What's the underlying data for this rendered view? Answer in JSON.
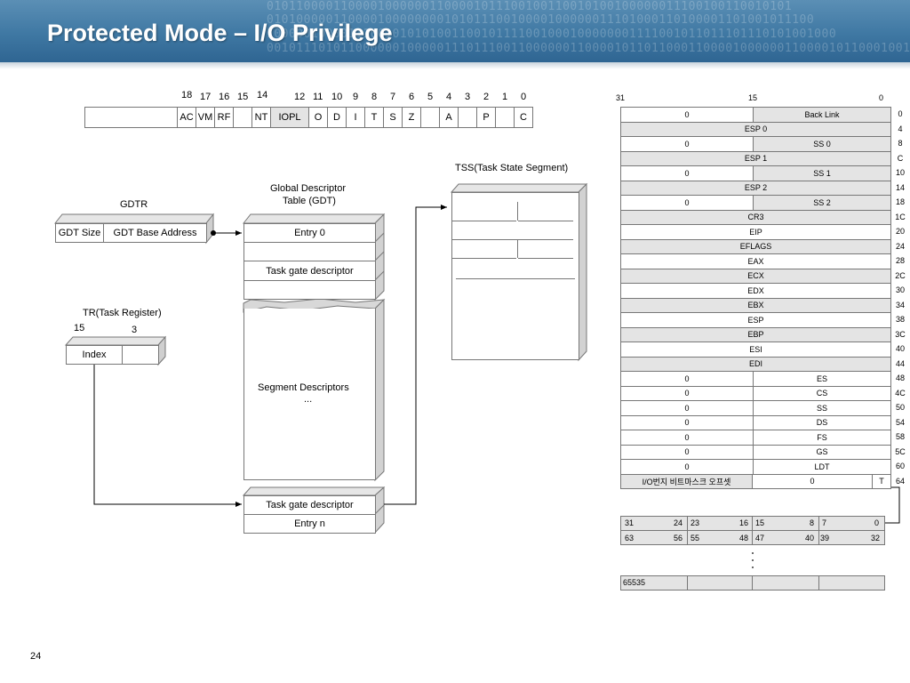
{
  "title": "Protected Mode – I/O Privilege",
  "page_number": "24",
  "banner_binary": [
    "01011000011000010000001100001011100100110010100100000011100100110010101",
    "01010000011000010000000010101110010000100000011101000110100001101001011100",
    "10000010000111001010101001100101111001000100000001111001011011101110101001000",
    "00101110101100000010000011101110011000000110000101101100011000010000001100001011000100110"
  ],
  "eflags": {
    "bit_numbers": [
      "18",
      "17",
      "16",
      "15",
      "14",
      "12",
      "11",
      "10",
      "9",
      "8",
      "7",
      "6",
      "5",
      "4",
      "3",
      "2",
      "1",
      "0"
    ],
    "flags": [
      "AC",
      "VM",
      "RF",
      "NT",
      "IOPL",
      "O",
      "D",
      "I",
      "T",
      "S",
      "Z",
      "A",
      "P",
      "C"
    ]
  },
  "gdtr": {
    "label": "GDTR",
    "size": "GDT Size",
    "base": "GDT Base Address"
  },
  "tr": {
    "label": "TR(Task Register)",
    "bit_high": "15",
    "bit_low": "3",
    "index": "Index"
  },
  "gdt": {
    "title_line1": "Global Descriptor",
    "title_line2": "Table (GDT)",
    "entry0": "Entry 0",
    "task_gate_top": "Task gate descriptor",
    "segment_descriptors": "Segment Descriptors",
    "ellipsis": "...",
    "task_gate_bottom": "Task gate descriptor",
    "entry_n": "Entry n"
  },
  "tss_small": {
    "label": "TSS(Task State Segment)"
  },
  "tss": {
    "bit_31": "31",
    "bit_15": "15",
    "bit_0": "0",
    "rows": [
      {
        "left": "0",
        "right": "Back Link",
        "offset": "0"
      },
      {
        "full": "ESP 0",
        "offset": "4"
      },
      {
        "left": "0",
        "right": "SS 0",
        "offset": "8"
      },
      {
        "full": "ESP 1",
        "offset": "C"
      },
      {
        "left": "0",
        "right": "SS 1",
        "offset": "10"
      },
      {
        "full": "ESP 2",
        "offset": "14"
      },
      {
        "left": "0",
        "right": "SS 2",
        "offset": "18"
      },
      {
        "full": "CR3",
        "offset": "1C"
      },
      {
        "full": "EIP",
        "offset": "20"
      },
      {
        "full": "EFLAGS",
        "offset": "24"
      },
      {
        "full": "EAX",
        "offset": "28"
      },
      {
        "full": "ECX",
        "offset": "2C"
      },
      {
        "full": "EDX",
        "offset": "30"
      },
      {
        "full": "EBX",
        "offset": "34"
      },
      {
        "full": "ESP",
        "offset": "38"
      },
      {
        "full": "EBP",
        "offset": "3C"
      },
      {
        "full": "ESI",
        "offset": "40"
      },
      {
        "full": "EDI",
        "offset": "44"
      },
      {
        "left": "0",
        "right": "ES",
        "offset": "48"
      },
      {
        "left": "0",
        "right": "CS",
        "offset": "4C"
      },
      {
        "left": "0",
        "right": "SS",
        "offset": "50"
      },
      {
        "left": "0",
        "right": "DS",
        "offset": "54"
      },
      {
        "left": "0",
        "right": "FS",
        "offset": "58"
      },
      {
        "left": "0",
        "right": "GS",
        "offset": "5C"
      },
      {
        "left": "0",
        "right": "LDT",
        "offset": "60"
      },
      {
        "iomap": "I/O번지 비트마스크 오프셋",
        "middle": "0",
        "tbit": "T",
        "offset": "64"
      }
    ]
  },
  "iobitmap": {
    "row1": [
      "31",
      "24",
      "23",
      "16",
      "15",
      "8",
      "7",
      "0"
    ],
    "row2": [
      "63",
      "56",
      "55",
      "48",
      "47",
      "40",
      "39",
      "32"
    ],
    "last": "65535"
  }
}
